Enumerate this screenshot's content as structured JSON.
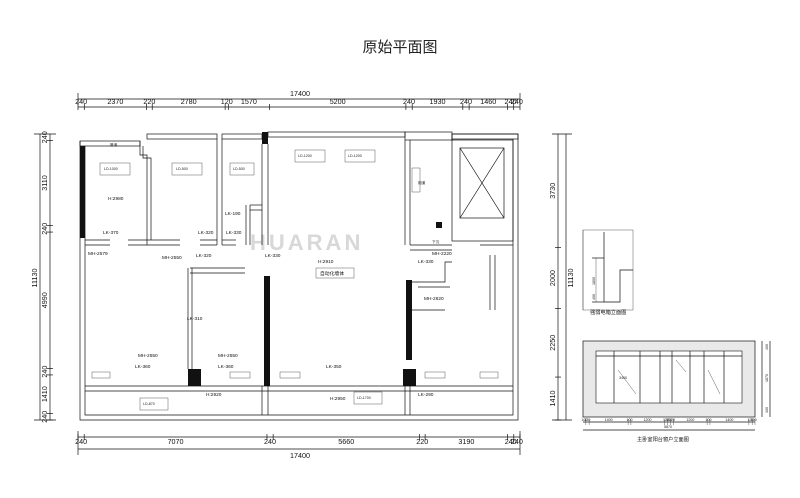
{
  "title": "原始平面图",
  "watermark": "HUARAN",
  "dimensions": {
    "top_total": "17400",
    "top_segments": [
      "240",
      "2370",
      "220",
      "2780",
      "120",
      "1570",
      "5200",
      "240",
      "1930",
      "240",
      "1460",
      "240",
      "240"
    ],
    "bottom_total": "17400",
    "bottom_segments": [
      "240",
      "7070",
      "240",
      "5660",
      "220",
      "3190",
      "240",
      "240"
    ],
    "left_total": "11130",
    "left_segments": [
      "240",
      "3110",
      "240",
      "4990",
      "240",
      "1410",
      "240"
    ],
    "right_segments": [
      "3730",
      "2000",
      "2250",
      "1410"
    ],
    "right_total": "11130"
  },
  "rooms": {
    "h_labels": [
      "H:2980",
      "H:2910",
      "H:2920",
      "H:2950"
    ],
    "room_tag": "自动化墙体",
    "lk_labels": [
      "LK-370",
      "LK-320",
      "LK-330",
      "LK-190",
      "LK-320",
      "LK-330",
      "LK-310",
      "LK-360",
      "LK-360",
      "LK-350",
      "LK-290",
      "LK-330"
    ],
    "mh_labels": [
      "MH-2579",
      "MH-2550",
      "MH-2550",
      "MH-2550",
      "MH-2220",
      "MH-2620"
    ],
    "ld_notes": [
      "LD-1000",
      "LD-500",
      "LD-500",
      "LD-1200",
      "LD-1200",
      "LD-1700",
      "LD-870"
    ],
    "misc": [
      "管道",
      "烟道",
      "下沉"
    ]
  },
  "small_elevation": {
    "caption": "强弱电箱立面图",
    "dims": [
      "400",
      "1800"
    ]
  },
  "main_elevation": {
    "caption": "主卧室阳台窗户立面图",
    "total": "5870",
    "inner_label": "3400",
    "bottom_dims": [
      "100",
      "120",
      "1400",
      "100",
      "1200",
      "120",
      "100",
      "120",
      "1200",
      "100",
      "1400",
      "120",
      "100"
    ],
    "right_dims": [
      "400",
      "1870",
      "100"
    ]
  }
}
